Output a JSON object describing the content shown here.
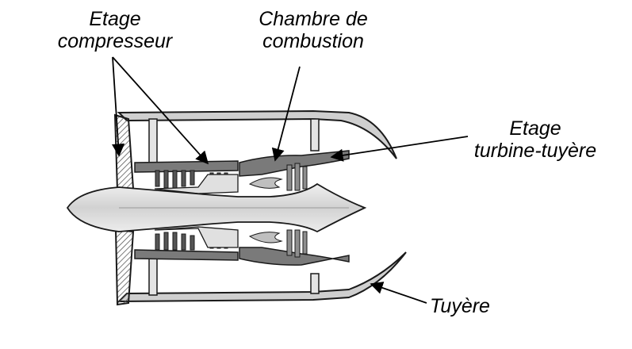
{
  "labels": {
    "compressor": {
      "line1": "Etage",
      "line2": "compresseur"
    },
    "combustion": {
      "line1": "Chambre de",
      "line2": "combustion"
    },
    "turbine": {
      "line1": "Etage",
      "line2": "turbine-tuyère"
    },
    "nozzle": {
      "line1": "Tuyère"
    }
  },
  "colors": {
    "ink": "#1a1a1a",
    "metal_dark": "#6e6e6e",
    "metal_mid": "#9a9a9a",
    "metal_light": "#d6d6d6",
    "background": "#ffffff"
  }
}
